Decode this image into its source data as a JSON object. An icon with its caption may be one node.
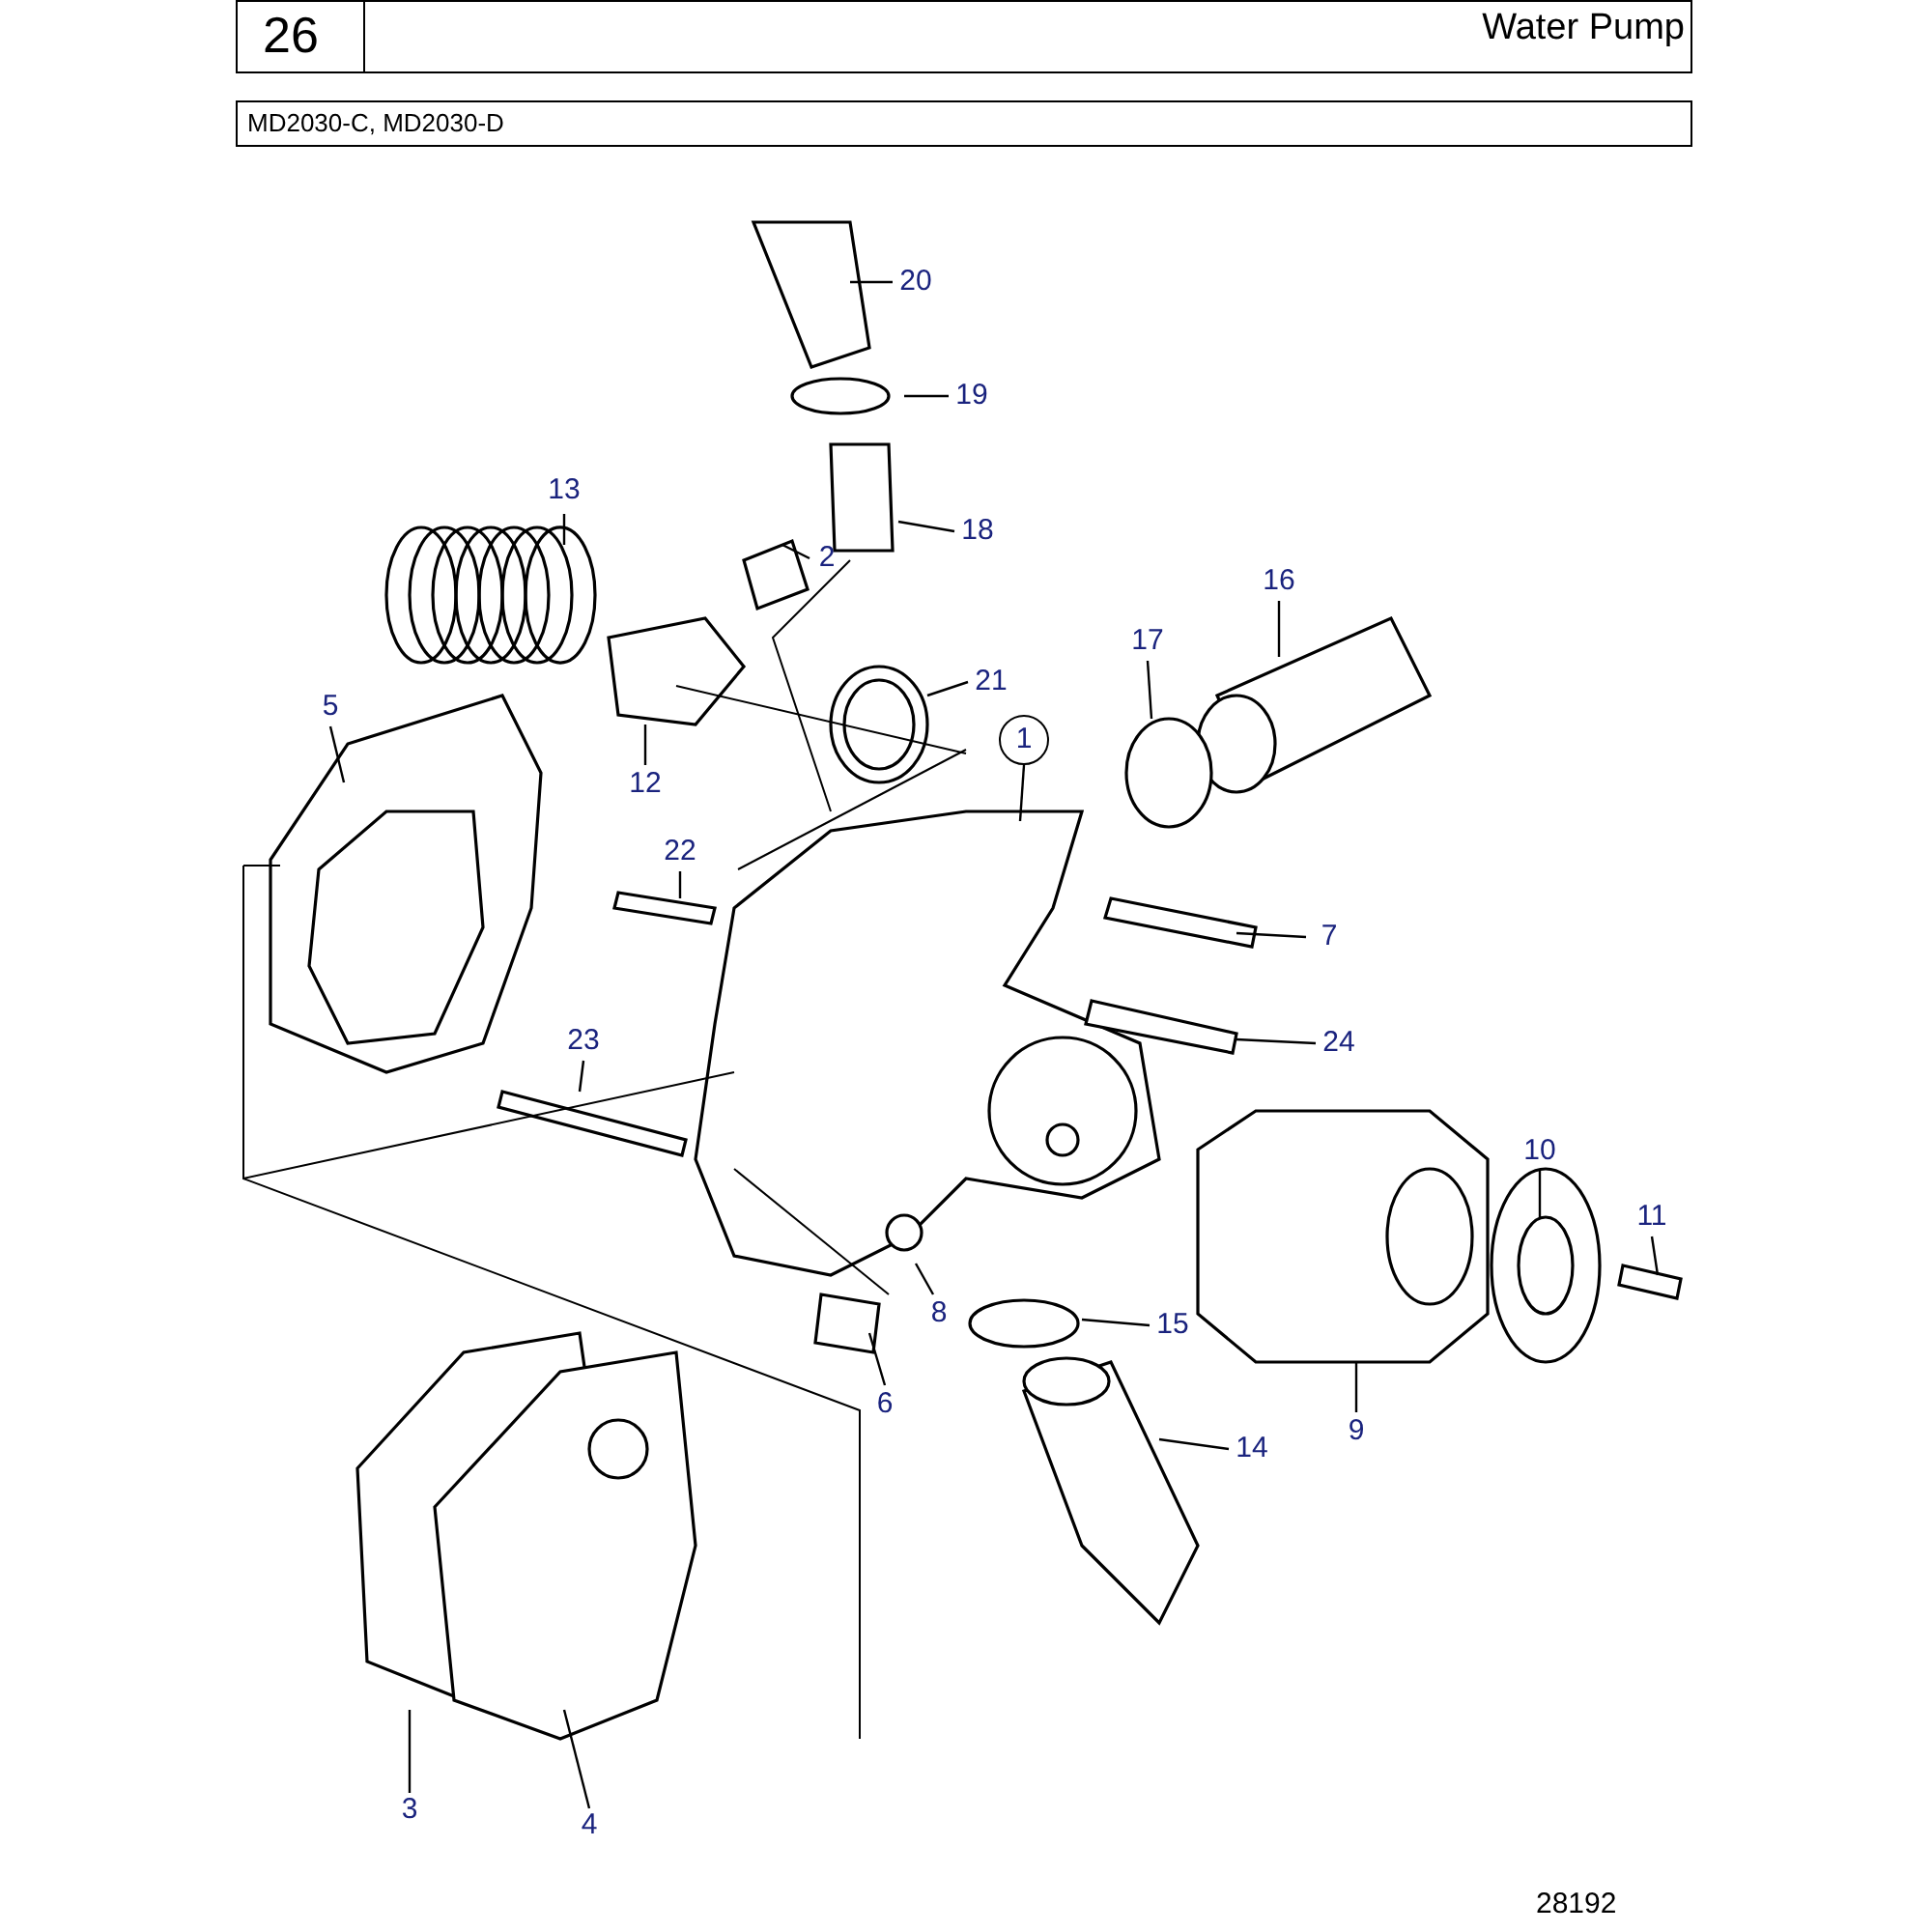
{
  "diagram": {
    "title": "Water Pump",
    "nodes": [
      {
        "text": [
          "1"
        ]
      },
      {
        "text": [
          "2"
        ]
      },
      {
        "text": [
          "3"
        ]
      },
      {
        "text": [
          "4"
        ]
      },
      {
        "text": [
          "5"
        ]
      },
      {
        "text": [
          "6"
        ]
      },
      {
        "text": [
          "7"
        ]
      },
      {
        "text": [
          "8"
        ]
      },
      {
        "text": [
          "9"
        ]
      },
      {
        "text": [
          "10"
        ]
      },
      {
        "text": [
          "11"
        ]
      },
      {
        "text": [
          "12"
        ]
      },
      {
        "text": [
          "13"
        ]
      },
      {
        "text": [
          "14"
        ]
      },
      {
        "text": [
          "15"
        ]
      },
      {
        "text": [
          "16"
        ]
      },
      {
        "text": [
          "17"
        ]
      },
      {
        "text": [
          "18"
        ]
      },
      {
        "text": [
          "19"
        ]
      },
      {
        "text": [
          "20"
        ]
      },
      {
        "text": [
          "21"
        ]
      },
      {
        "text": [
          "22"
        ]
      },
      {
        "text": [
          "23"
        ]
      },
      {
        "text": [
          "24"
        ]
      }
    ],
    "edges": [
      {
        "from": 0,
        "to": null,
        "arrow": "none"
      },
      {
        "from": 1,
        "to": null,
        "arrow": "none"
      },
      {
        "from": 2,
        "to": null,
        "arrow": "none"
      },
      {
        "from": 3,
        "to": null,
        "arrow": "none"
      },
      {
        "from": 4,
        "to": null,
        "arrow": "none"
      },
      {
        "from": 5,
        "to": null,
        "arrow": "none"
      },
      {
        "from": 6,
        "to": null,
        "arrow": "none"
      },
      {
        "from": 7,
        "to": null,
        "arrow": "none"
      },
      {
        "from": 8,
        "to": null,
        "arrow": "none"
      },
      {
        "from": 9,
        "to": null,
        "arrow": "none"
      },
      {
        "from": 10,
        "to": null,
        "arrow": "none"
      },
      {
        "from": 11,
        "to": null,
        "arrow": "none"
      },
      {
        "from": 12,
        "to": null,
        "arrow": "none"
      },
      {
        "from": 13,
        "to": null,
        "arrow": "none"
      },
      {
        "from": 14,
        "to": null,
        "arrow": "none"
      },
      {
        "from": 15,
        "to": null,
        "arrow": "none"
      },
      {
        "from": 16,
        "to": null,
        "arrow": "none"
      },
      {
        "from": 17,
        "to": null,
        "arrow": "none"
      },
      {
        "from": 18,
        "to": null,
        "arrow": "none"
      },
      {
        "from": 19,
        "to": null,
        "arrow": "none"
      },
      {
        "from": 20,
        "to": null,
        "arrow": "none"
      },
      {
        "from": 21,
        "to": null,
        "arrow": "none"
      },
      {
        "from": 22,
        "to": null,
        "arrow": "none"
      },
      {
        "from": 23,
        "to": null,
        "arrow": "none"
      }
    ],
    "labels": [
      "26",
      "MD2030-C, MD2030-D",
      "28192"
    ]
  }
}
